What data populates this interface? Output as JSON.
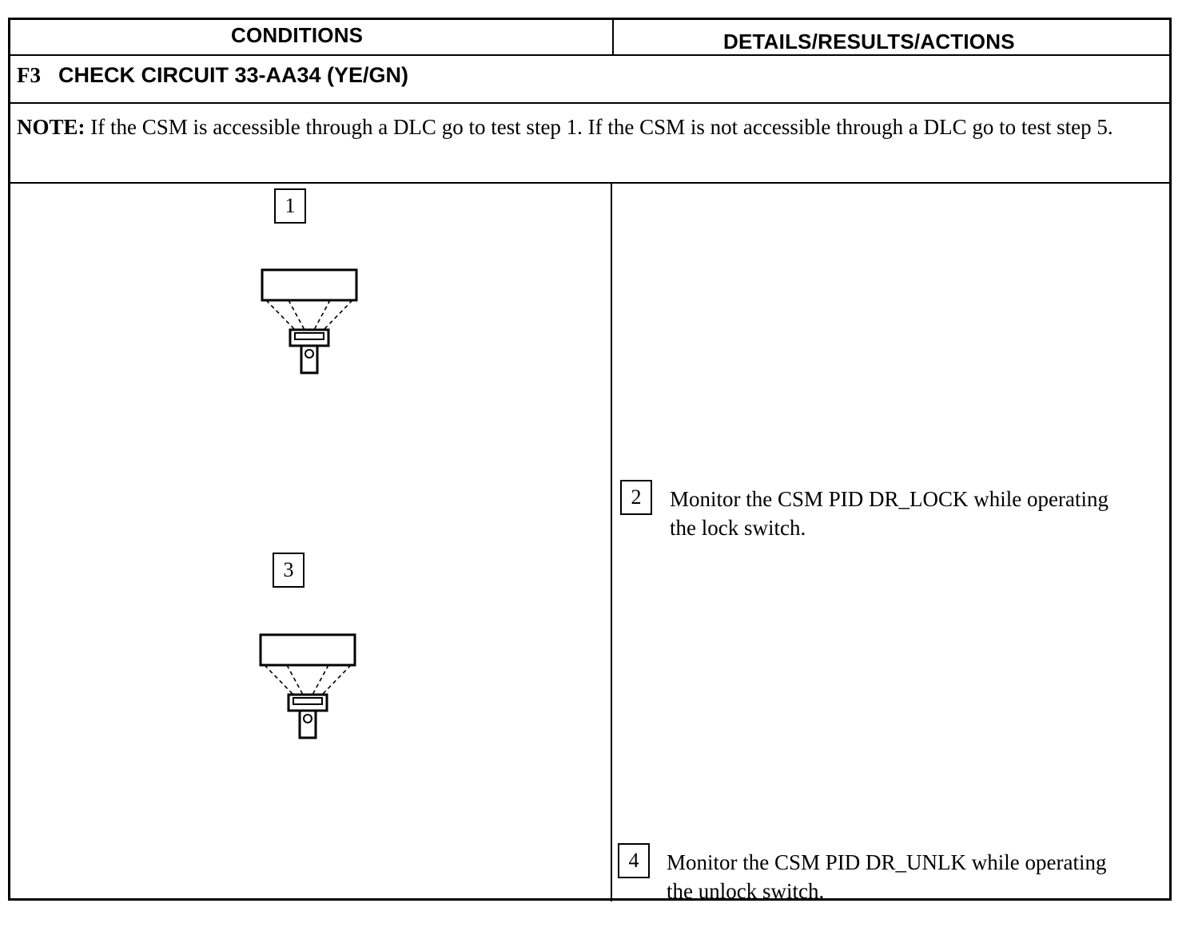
{
  "header": {
    "conditions": "CONDITIONS",
    "details": "DETAILS/RESULTS/ACTIONS"
  },
  "section": {
    "code": "F3",
    "title": "CHECK CIRCUIT 33-AA34 (YE/GN)"
  },
  "note": {
    "label": "NOTE:",
    "text": " If the CSM is accessible through a DLC go to test step 1. If the CSM is not accessible through a DLC go to test step 5."
  },
  "steps": [
    {
      "number": "1",
      "icon": "scan-tool-connector-icon"
    },
    {
      "number": "2",
      "text": "Monitor the CSM PID DR_LOCK while operating the lock switch."
    },
    {
      "number": "3",
      "icon": "scan-tool-connector-icon"
    },
    {
      "number": "4",
      "text": "Monitor the CSM PID DR_UNLK while operating the unlock switch."
    }
  ]
}
